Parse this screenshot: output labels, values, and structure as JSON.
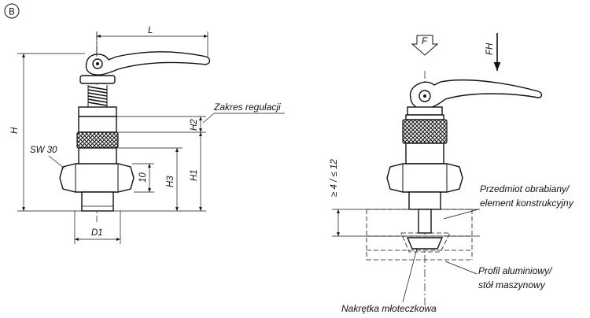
{
  "variant_marker": "B",
  "left_view": {
    "dims": {
      "L": "L",
      "H": "H",
      "H1": "H1",
      "H2": "H2",
      "H3": "H3",
      "ten": "10",
      "D1": "D1",
      "SW": "SW 30"
    },
    "label_adjust": "Zakres regulacji"
  },
  "right_view": {
    "force_F": "F",
    "force_FH": "FH",
    "thickness": "≥ 4 / ≤ 12",
    "label_workpiece": "Przedmiot obrabiany/",
    "label_workpiece_2": "element konstrukcyjny",
    "label_profile": "Profil aluminiowy/",
    "label_profile_2": "stół maszynowy",
    "label_nut": "Nakrętka młoteczkowa"
  }
}
